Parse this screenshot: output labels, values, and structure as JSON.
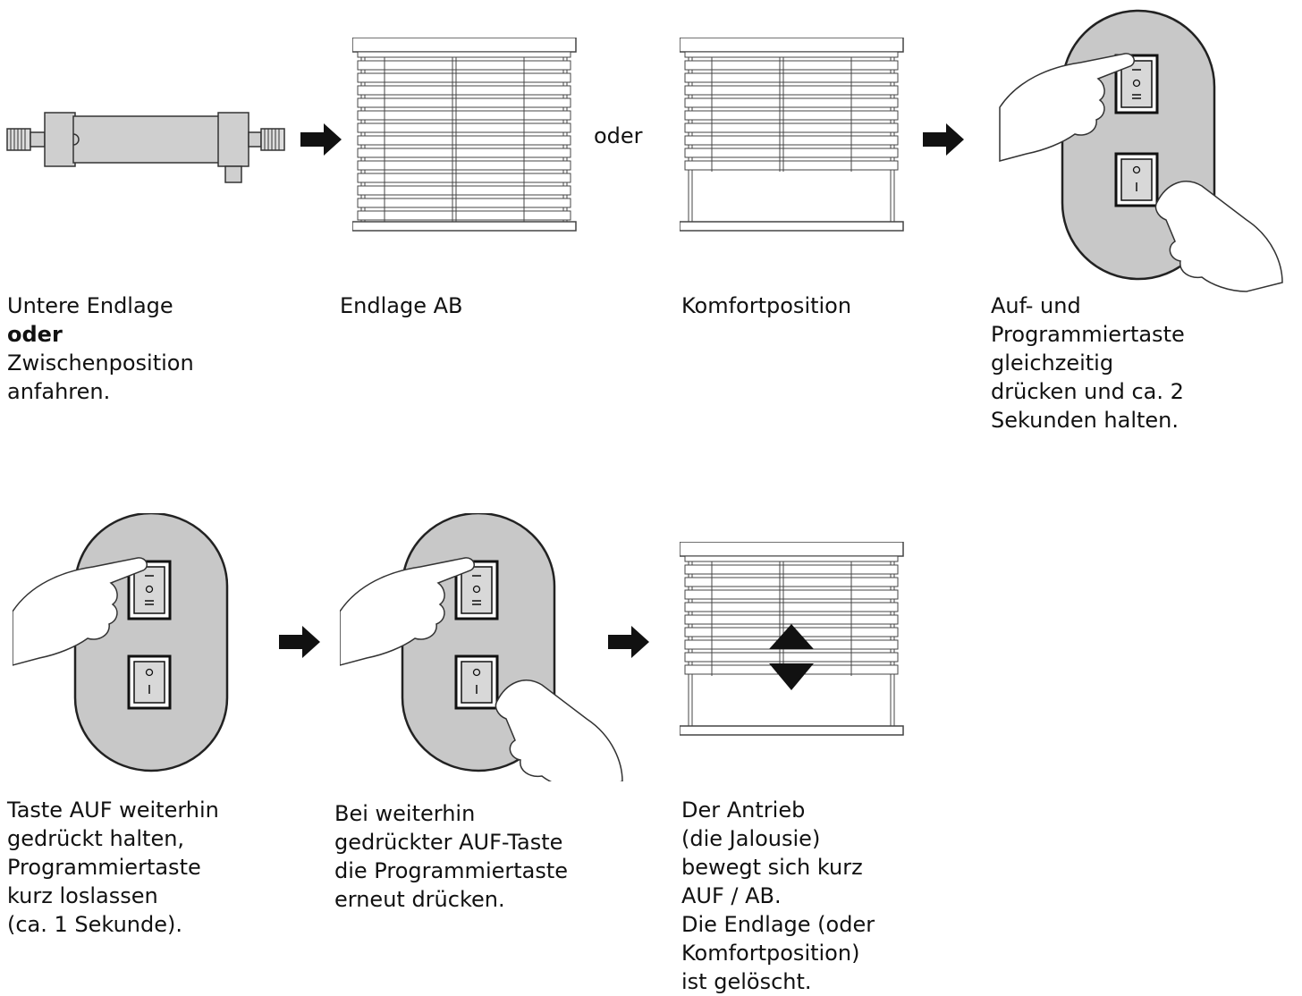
{
  "row1": {
    "step1": {
      "lines": [
        "Untere Endlage",
        "oder",
        "Zwischenposition",
        "anfahren."
      ]
    },
    "step2": {
      "lines": [
        "Endlage AB"
      ]
    },
    "or_label": "oder",
    "step3": {
      "lines": [
        "Komfortposition"
      ]
    },
    "step4": {
      "lines": [
        "Auf- und",
        "Programmiertaste",
        "gleichzeitig",
        "drücken und ca. 2",
        "Sekunden halten."
      ]
    }
  },
  "row2": {
    "step5": {
      "lines": [
        "Taste AUF weiterhin",
        "gedrückt halten,",
        "Programmiertaste",
        "kurz loslassen",
        "(ca. 1 Sekunde)."
      ]
    },
    "step6": {
      "lines": [
        "Bei weiterhin",
        "gedrückter AUF-Taste",
        "die Programmiertaste",
        "erneut drücken."
      ]
    },
    "step7": {
      "lines": [
        "Der Antrieb",
        "(die Jalousie)",
        "bewegt sich kurz",
        "AUF / AB.",
        "Die Endlage (oder",
        "Komfortposition)",
        "ist gelöscht."
      ]
    }
  },
  "switch_symbols": {
    "up_top": "—",
    "mid": "o",
    "up_bottom": "=",
    "down_bar": "|"
  },
  "colors": {
    "remote_body": "#c8c8c8",
    "motor_body": "#cfcfcf",
    "line": "#333333"
  }
}
